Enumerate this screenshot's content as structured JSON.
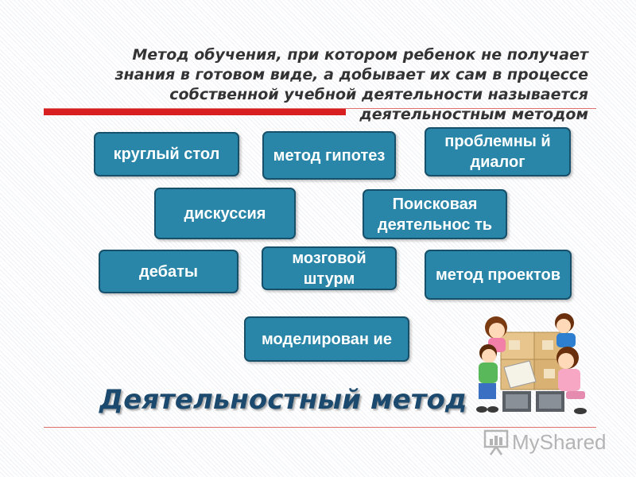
{
  "intro_text": "Метод обучения, при котором ребенок не получает знания в готовом виде, а добывает их сам в процессе собственной учебной деятельности называется деятельностным методом",
  "methods": [
    {
      "label": "круглый стол"
    },
    {
      "label": "метод гипотез"
    },
    {
      "label": "проблемны й диалог"
    },
    {
      "label": "дискуссия"
    },
    {
      "label": "Поисковая деятельнос ть"
    },
    {
      "label": "дебаты"
    },
    {
      "label": "мозговой штурм"
    },
    {
      "label": "метод проектов"
    },
    {
      "label": "моделирован ие"
    }
  ],
  "footer_title": "Деятельностный метод",
  "watermark": {
    "text": "MyShared",
    "icon": "projector-screen-icon"
  },
  "illustration": {
    "icon": "children-with-boxes-illustration"
  },
  "colors": {
    "box_fill": "#2a86a8",
    "box_border": "#16506a",
    "accent_bar": "#d81f1f",
    "footer_text": "#1c4a6e"
  }
}
